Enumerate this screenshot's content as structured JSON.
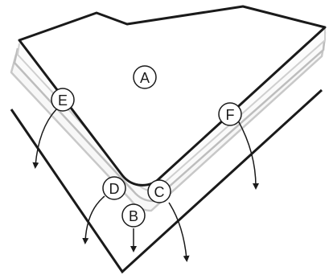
{
  "labels": {
    "A": "A",
    "B": "B",
    "C": "C",
    "D": "D",
    "E": "E",
    "F": "F"
  },
  "colors": {
    "outline": "#1a1a1a",
    "layer_edge": "#c8c8c8",
    "layer_fill": "#f4f4f4",
    "top_fill": "#ffffff"
  }
}
